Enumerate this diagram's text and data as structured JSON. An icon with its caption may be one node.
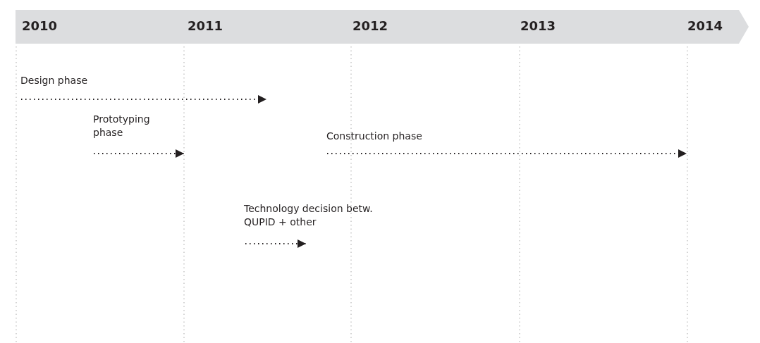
{
  "diagram": {
    "labels": [
      "2010",
      "2011",
      "2012",
      "2013",
      "2014",
      "Design phase",
      "Prototyping phase",
      "Construction phase",
      "Technology decision betw. QUPID + other"
    ]
  }
}
